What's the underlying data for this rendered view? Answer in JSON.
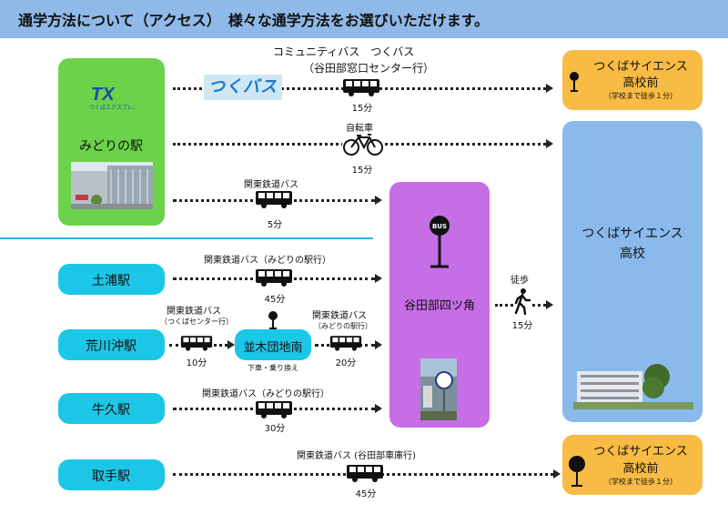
{
  "header": {
    "title": "通学方法について（アクセス）　様々な通学方法をお選びいただけます。"
  },
  "midori": {
    "station": "みどりの駅",
    "tx_logo": "TX",
    "tx_logo_sub": "つくばエクスプレス"
  },
  "routes": {
    "community_bus": {
      "name": "コミュニティバス　つくバス",
      "sub": "（谷田部窓口センター行）",
      "logo": "つくバス",
      "time": "15分"
    },
    "bicycle": {
      "name": "自転車",
      "time": "15分"
    },
    "kanto_midori": {
      "name": "関東鉄道バス",
      "time": "5分"
    },
    "tsuchiura": {
      "station": "土浦駅",
      "name": "関東鉄道バス（みどりの駅行）",
      "time": "45分"
    },
    "arakawaoki": {
      "station": "荒川沖駅",
      "name1": "関東鉄道バス",
      "sub1": "（つくばセンター行）",
      "time1": "10分",
      "transfer": "並木団地南",
      "transfer_note": "下車・乗り換え",
      "name2": "関東鉄道バス",
      "sub2": "（みどりの駅行）",
      "time2": "20分"
    },
    "ushiku": {
      "station": "牛久駅",
      "name": "関東鉄道バス（みどりの駅行）",
      "time": "30分"
    },
    "toride": {
      "station": "取手駅",
      "name": "関東鉄道バス (谷田部車庫行)",
      "time": "45分"
    },
    "walk": {
      "name": "徒歩",
      "time": "15分"
    }
  },
  "yatabe": {
    "name": "谷田部四ツ角",
    "bus_sign": "BUS"
  },
  "school": {
    "line1": "つくばサイエンス",
    "line2": "高校"
  },
  "stop_top": {
    "line1": "つくばサイエンス",
    "line2": "高校前",
    "note": "（学校まで徒歩１分）"
  },
  "stop_bottom": {
    "line1": "つくばサイエンス",
    "line2": "高校前",
    "note": "（学校まで徒歩１分）"
  },
  "colors": {
    "header": "#8fb9e8",
    "green": "#6cd24a",
    "cyan": "#1cc6e6",
    "purple": "#c66ee6",
    "orange": "#f8bb44",
    "blue": "#8ab9ec"
  }
}
